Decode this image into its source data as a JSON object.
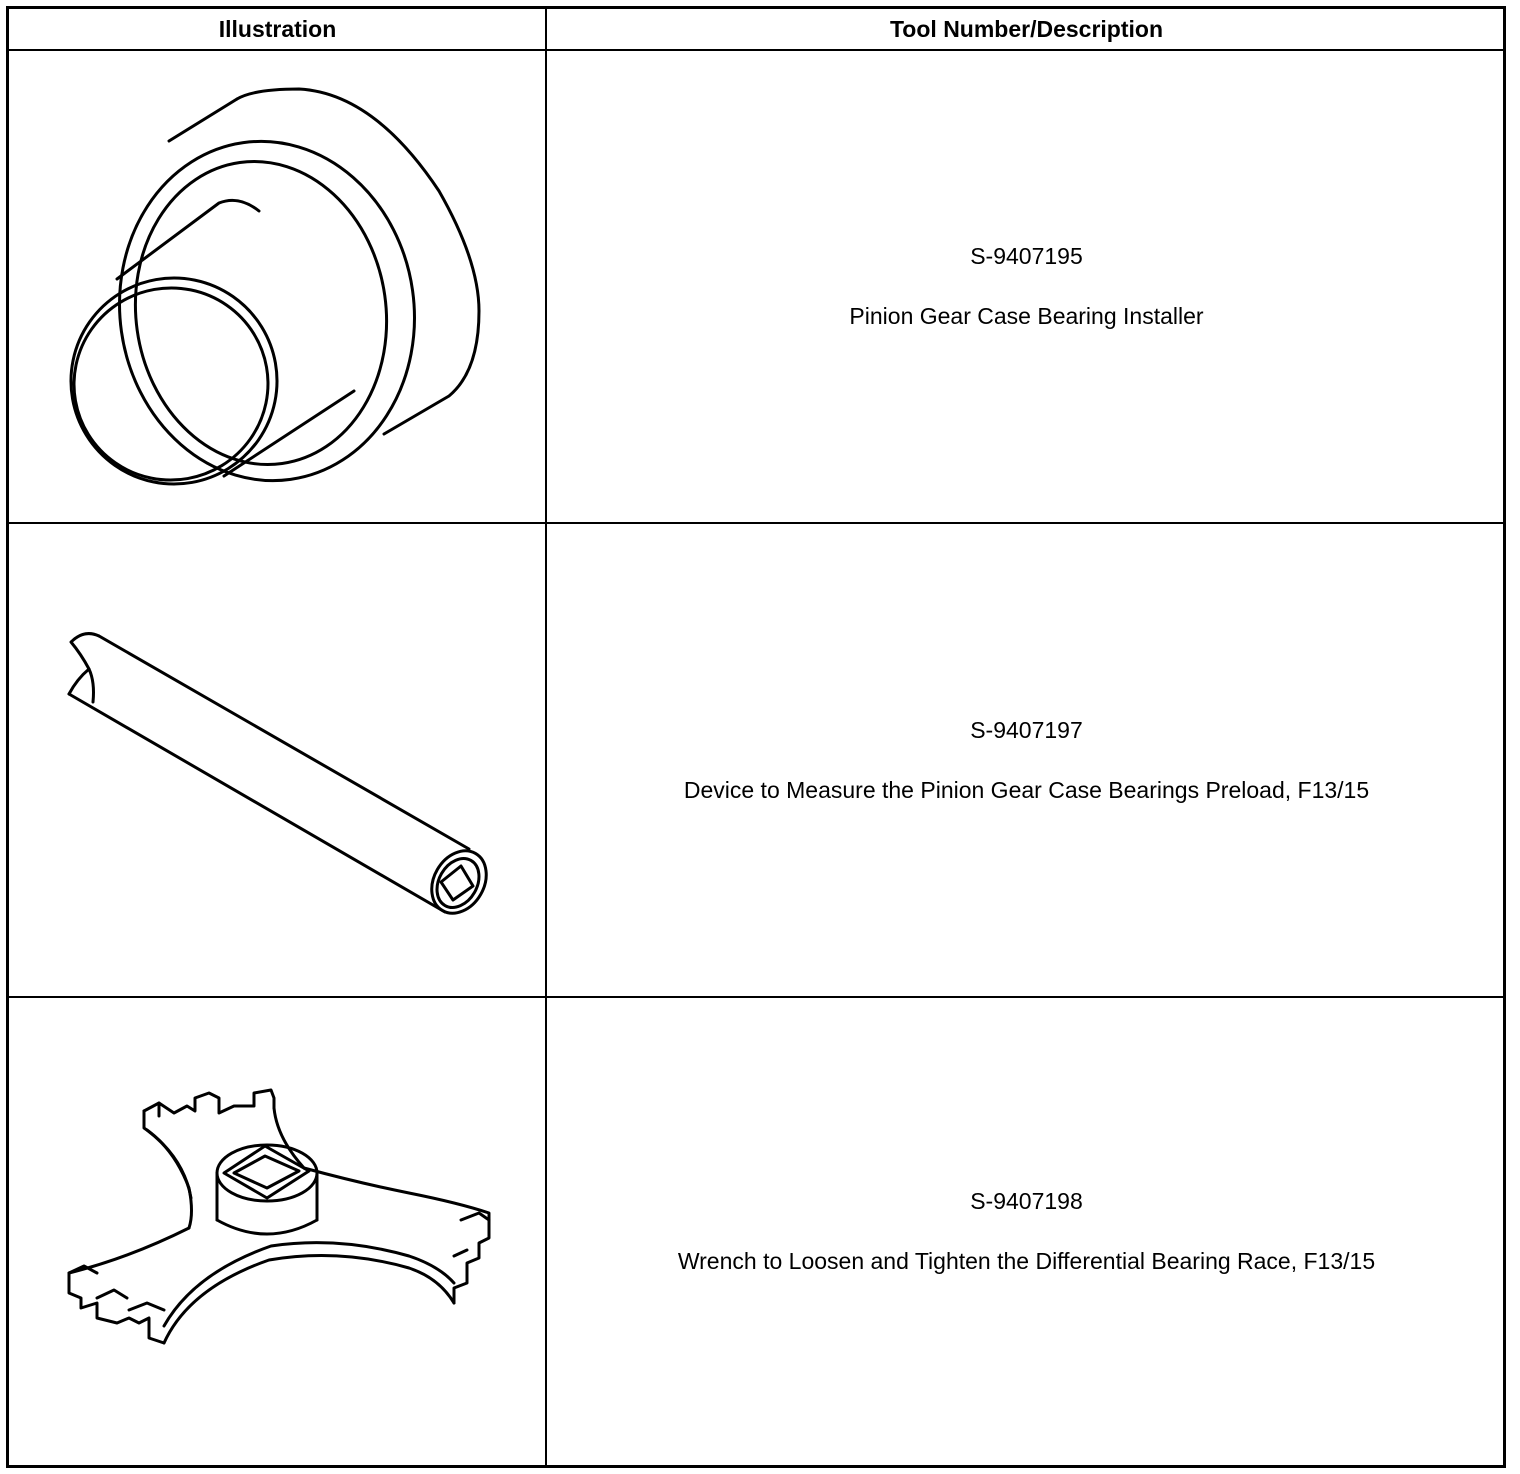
{
  "table": {
    "headers": {
      "illustration": "Illustration",
      "tool": "Tool Number/Description"
    },
    "rows": [
      {
        "tool_number": "S-9407195",
        "description": "Pinion Gear Case Bearing Installer",
        "illustration_icon": "bearing-installer-icon"
      },
      {
        "tool_number": "S-9407197",
        "description": "Device to Measure the Pinion Gear Case Bearings Preload, F13/15",
        "illustration_icon": "preload-measure-rod-icon"
      },
      {
        "tool_number": "S-9407198",
        "description": "Wrench to Loosen and Tighten the Differential Bearing Race, F13/15",
        "illustration_icon": "spanner-wrench-icon"
      }
    ]
  }
}
